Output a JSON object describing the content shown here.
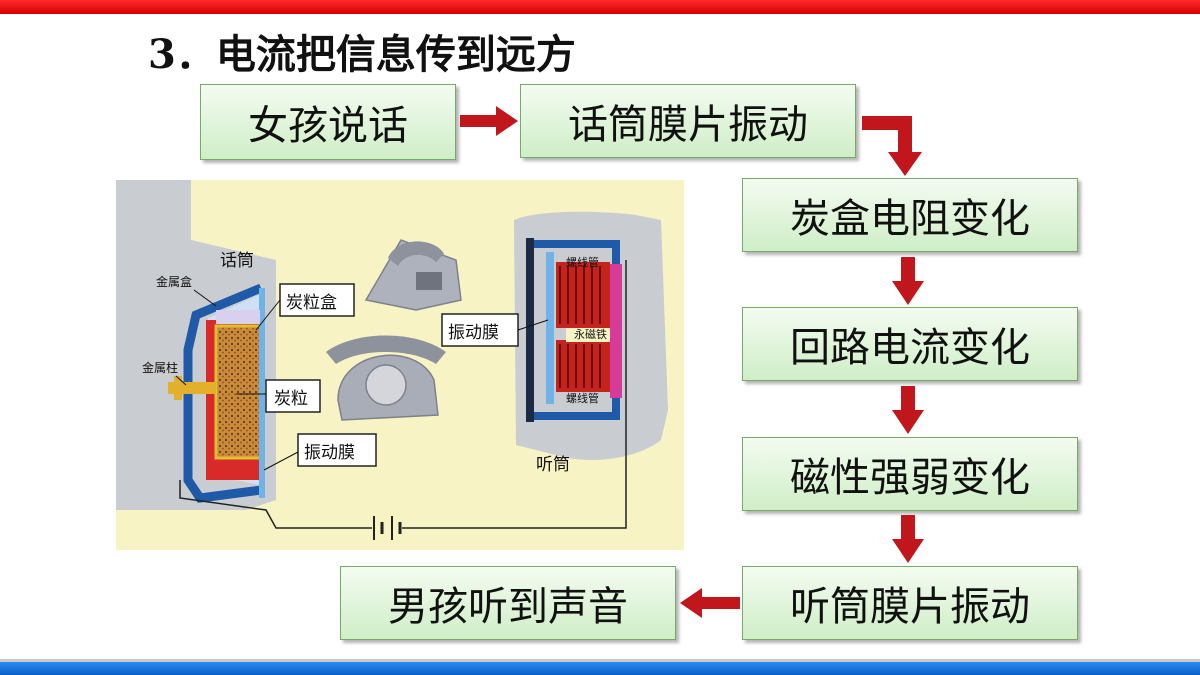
{
  "title": "3．电流把信息传到远方",
  "flow": {
    "girl_speaks": "女孩说话",
    "mic_diaphragm": "话筒膜片振动",
    "carbon_resistance": "炭盒电阻变化",
    "circuit_current": "回路电流变化",
    "magnetism": "磁性强弱变化",
    "receiver_diaphragm": "听筒膜片振动",
    "boy_hears": "男孩听到声音"
  },
  "diagram": {
    "microphone": "话筒",
    "metal_box": "金属盒",
    "metal_post": "金属柱",
    "carbon_box": "炭粒盒",
    "carbon_grains": "炭粒",
    "diaphragm_mic": "振动膜",
    "receiver": "听筒",
    "diaphragm_receiver": "振动膜",
    "solenoid_top": "螺线管",
    "permanent_magnet": "永磁铁",
    "solenoid_bottom": "螺线管"
  },
  "colors": {
    "arrow": "#c0161c",
    "box_border": "#78a86a",
    "top_bar": "#e00000",
    "bottom_bar": "#1a74e0"
  }
}
